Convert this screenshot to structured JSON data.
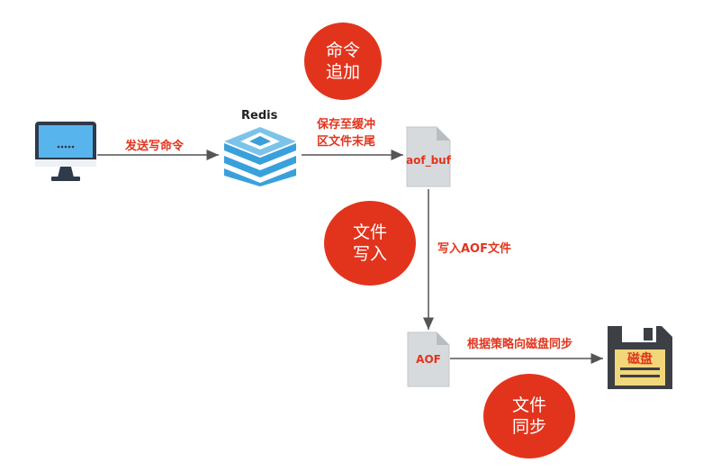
{
  "circles": {
    "append": [
      "命令",
      "追加"
    ],
    "write": [
      "文件",
      "写入"
    ],
    "sync": [
      "文件",
      "同步"
    ]
  },
  "labels": {
    "send_cmd": "发送写命令",
    "save_line1": "保存至缓冲",
    "save_line2": "区文件末尾",
    "write_aof": "写入AOF文件",
    "sync_policy": "根据策略向磁盘同步"
  },
  "nodes": {
    "redis": "Redis",
    "aof_buf": "aof_buf",
    "aof": "AOF",
    "disk": "磁盘"
  },
  "icons": [
    "computer-icon",
    "redis-logo-icon",
    "file-icon",
    "floppy-disk-icon"
  ],
  "colors": {
    "accent_red": "#e2341d",
    "arrow": "#555555",
    "redis_blue": "#3aa0dc",
    "screen_blue": "#58b4ec",
    "disk_yellow": "#f2d77a"
  }
}
